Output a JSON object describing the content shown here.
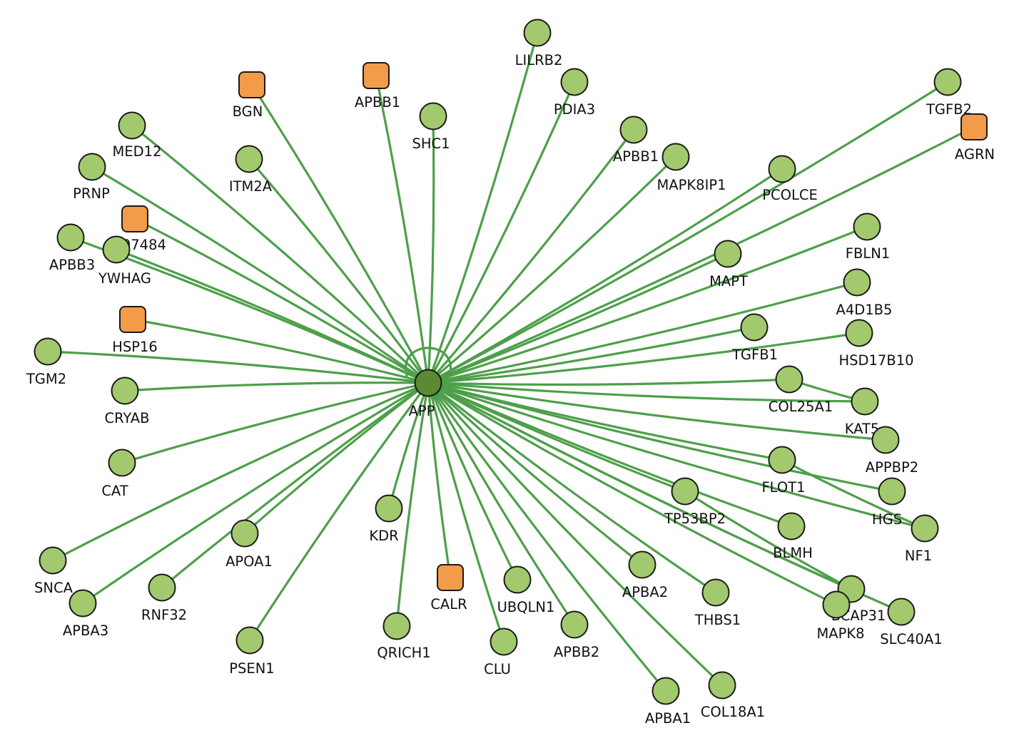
{
  "graph": {
    "hub": {
      "id": "APP",
      "label": "APP",
      "shape": "circle",
      "color": "#5a8a32",
      "self_loop": true
    },
    "colors": {
      "edge": "#4e9f4a",
      "protein_node": "#a3c96e",
      "square_node": "#f29b48",
      "hub_node": "#5a8a32",
      "outline": "#1a1a1a"
    },
    "nodes": [
      {
        "id": "LILRB2",
        "label": "LILRB2",
        "shape": "circle"
      },
      {
        "id": "PDIA3",
        "label": "PDIA3",
        "shape": "circle"
      },
      {
        "id": "APBB1_sq",
        "label": "APBB1",
        "shape": "square"
      },
      {
        "id": "SHC1",
        "label": "SHC1",
        "shape": "circle"
      },
      {
        "id": "BGN",
        "label": "BGN",
        "shape": "square"
      },
      {
        "id": "APBB1",
        "label": "APBB1",
        "shape": "circle"
      },
      {
        "id": "MAPK8IP1",
        "label": "MAPK8IP1",
        "shape": "circle"
      },
      {
        "id": "TGFB2",
        "label": "TGFB2",
        "shape": "circle"
      },
      {
        "id": "AGRN",
        "label": "AGRN",
        "shape": "square"
      },
      {
        "id": "MED12",
        "label": "MED12",
        "shape": "circle"
      },
      {
        "id": "ITM2A",
        "label": "ITM2A",
        "shape": "circle"
      },
      {
        "id": "PCOLCE",
        "label": "PCOLCE",
        "shape": "circle"
      },
      {
        "id": "PRNP",
        "label": "PRNP",
        "shape": "circle"
      },
      {
        "id": "P97484",
        "label": "P97484",
        "shape": "square"
      },
      {
        "id": "FBLN1",
        "label": "FBLN1",
        "shape": "circle"
      },
      {
        "id": "APBB3",
        "label": "APBB3",
        "shape": "circle"
      },
      {
        "id": "YWHAG",
        "label": "YWHAG",
        "shape": "circle"
      },
      {
        "id": "MAPT",
        "label": "MAPT",
        "shape": "circle"
      },
      {
        "id": "A4D1B5",
        "label": "A4D1B5",
        "shape": "circle"
      },
      {
        "id": "HSP16",
        "label": "HSP16",
        "shape": "square"
      },
      {
        "id": "TGFB1",
        "label": "TGFB1",
        "shape": "circle"
      },
      {
        "id": "HSD17B10",
        "label": "HSD17B10",
        "shape": "circle"
      },
      {
        "id": "TGM2",
        "label": "TGM2",
        "shape": "circle"
      },
      {
        "id": "CRYAB",
        "label": "CRYAB",
        "shape": "circle"
      },
      {
        "id": "COL25A1",
        "label": "COL25A1",
        "shape": "circle"
      },
      {
        "id": "KAT5",
        "label": "KAT5",
        "shape": "circle"
      },
      {
        "id": "APPBP2",
        "label": "APPBP2",
        "shape": "circle"
      },
      {
        "id": "CAT",
        "label": "CAT",
        "shape": "circle"
      },
      {
        "id": "FLOT1",
        "label": "FLOT1",
        "shape": "circle"
      },
      {
        "id": "HGS",
        "label": "HGS",
        "shape": "circle"
      },
      {
        "id": "KDR",
        "label": "KDR",
        "shape": "circle"
      },
      {
        "id": "TP53BP2",
        "label": "TP53BP2",
        "shape": "circle"
      },
      {
        "id": "NF1",
        "label": "NF1",
        "shape": "circle"
      },
      {
        "id": "BLMH",
        "label": "BLMH",
        "shape": "circle"
      },
      {
        "id": "APOA1",
        "label": "APOA1",
        "shape": "circle"
      },
      {
        "id": "SNCA",
        "label": "SNCA",
        "shape": "circle"
      },
      {
        "id": "APBA2",
        "label": "APBA2",
        "shape": "circle"
      },
      {
        "id": "CALR",
        "label": "CALR",
        "shape": "square"
      },
      {
        "id": "UBQLN1",
        "label": "UBQLN1",
        "shape": "circle"
      },
      {
        "id": "RNF32",
        "label": "RNF32",
        "shape": "circle"
      },
      {
        "id": "APBA3",
        "label": "APBA3",
        "shape": "circle"
      },
      {
        "id": "THBS1",
        "label": "THBS1",
        "shape": "circle"
      },
      {
        "id": "BCAP31",
        "label": "BCAP31",
        "shape": "circle"
      },
      {
        "id": "MAPK8",
        "label": "MAPK8",
        "shape": "circle"
      },
      {
        "id": "SLC40A1",
        "label": "SLC40A1",
        "shape": "circle"
      },
      {
        "id": "QRICH1",
        "label": "QRICH1",
        "shape": "circle"
      },
      {
        "id": "APBB2",
        "label": "APBB2",
        "shape": "circle"
      },
      {
        "id": "CLU",
        "label": "CLU",
        "shape": "circle"
      },
      {
        "id": "PSEN1",
        "label": "PSEN1",
        "shape": "circle"
      },
      {
        "id": "APBA1",
        "label": "APBA1",
        "shape": "circle"
      },
      {
        "id": "COL18A1",
        "label": "COL18A1",
        "shape": "circle"
      }
    ],
    "edges": [
      [
        "APP",
        "LILRB2"
      ],
      [
        "APP",
        "PDIA3"
      ],
      [
        "APP",
        "APBB1_sq"
      ],
      [
        "APP",
        "SHC1"
      ],
      [
        "APP",
        "BGN"
      ],
      [
        "APP",
        "APBB1"
      ],
      [
        "APP",
        "MAPK8IP1"
      ],
      [
        "APP",
        "TGFB2"
      ],
      [
        "APP",
        "AGRN"
      ],
      [
        "APP",
        "MED12"
      ],
      [
        "APP",
        "ITM2A"
      ],
      [
        "APP",
        "PCOLCE"
      ],
      [
        "APP",
        "PRNP"
      ],
      [
        "APP",
        "P97484"
      ],
      [
        "APP",
        "FBLN1"
      ],
      [
        "APP",
        "APBB3"
      ],
      [
        "APP",
        "YWHAG"
      ],
      [
        "APP",
        "MAPT"
      ],
      [
        "APP",
        "A4D1B5"
      ],
      [
        "APP",
        "HSP16"
      ],
      [
        "APP",
        "TGFB1"
      ],
      [
        "APP",
        "HSD17B10"
      ],
      [
        "APP",
        "TGM2"
      ],
      [
        "APP",
        "CRYAB"
      ],
      [
        "APP",
        "COL25A1"
      ],
      [
        "APP",
        "KAT5"
      ],
      [
        "APP",
        "APPBP2"
      ],
      [
        "APP",
        "CAT"
      ],
      [
        "APP",
        "FLOT1"
      ],
      [
        "APP",
        "HGS"
      ],
      [
        "APP",
        "KDR"
      ],
      [
        "APP",
        "TP53BP2"
      ],
      [
        "APP",
        "NF1"
      ],
      [
        "APP",
        "BLMH"
      ],
      [
        "APP",
        "APOA1"
      ],
      [
        "APP",
        "SNCA"
      ],
      [
        "APP",
        "APBA2"
      ],
      [
        "APP",
        "CALR"
      ],
      [
        "APP",
        "UBQLN1"
      ],
      [
        "APP",
        "RNF32"
      ],
      [
        "APP",
        "APBA3"
      ],
      [
        "APP",
        "THBS1"
      ],
      [
        "APP",
        "BCAP31"
      ],
      [
        "APP",
        "MAPK8"
      ],
      [
        "APP",
        "SLC40A1"
      ],
      [
        "APP",
        "QRICH1"
      ],
      [
        "APP",
        "APBB2"
      ],
      [
        "APP",
        "CLU"
      ],
      [
        "APP",
        "PSEN1"
      ],
      [
        "APP",
        "APBA1"
      ],
      [
        "APP",
        "COL18A1"
      ],
      [
        "TP53BP2",
        "BCAP31"
      ],
      [
        "FLOT1",
        "NF1"
      ],
      [
        "COL25A1",
        "KAT5"
      ]
    ]
  }
}
